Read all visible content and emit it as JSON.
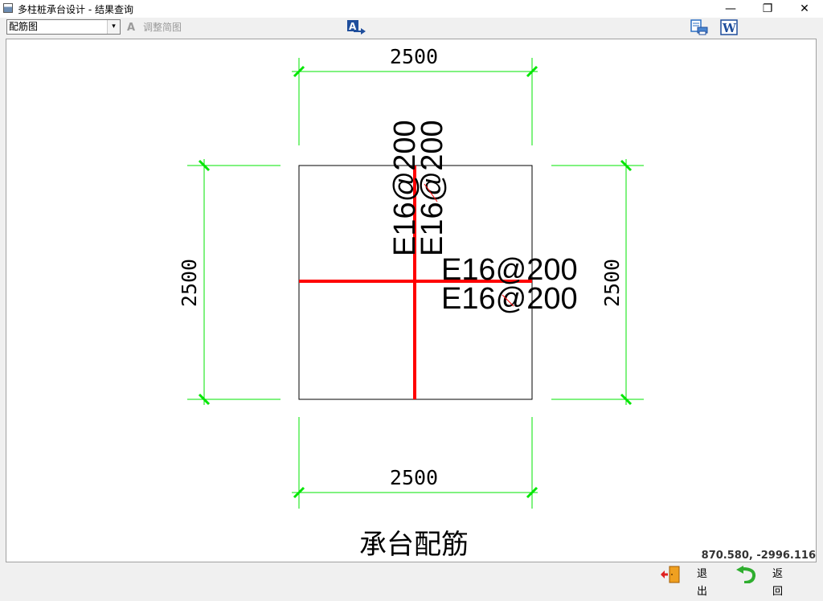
{
  "window": {
    "title": "多柱桩承台设计 - 结果查询",
    "min_glyph": "—",
    "max_glyph": "❐",
    "close_glyph": "✕"
  },
  "toolbar": {
    "view_select": {
      "value": "配筋图",
      "arrow": "▾"
    },
    "adjust_label": "调整简图",
    "adjust_icon": "A",
    "icons": [
      "text-export-icon",
      "print-preview-icon",
      "word-export-icon"
    ]
  },
  "drawing": {
    "dim_top": "2500",
    "dim_bottom": "2500",
    "dim_left": "2500",
    "dim_right": "2500",
    "rebar_vertical_1": "E16@200",
    "rebar_vertical_2": "E16@200",
    "rebar_horizontal_1": "E16@200",
    "rebar_horizontal_2": "E16@200",
    "caption": "承台配筋",
    "colors": {
      "dimension": "#00e600",
      "rebar": "#ff0000",
      "outline": "#000000"
    }
  },
  "status": {
    "coordinates": "870.580, -2996.116"
  },
  "bottom": {
    "exit_label": "退出",
    "back_label": "返回"
  }
}
